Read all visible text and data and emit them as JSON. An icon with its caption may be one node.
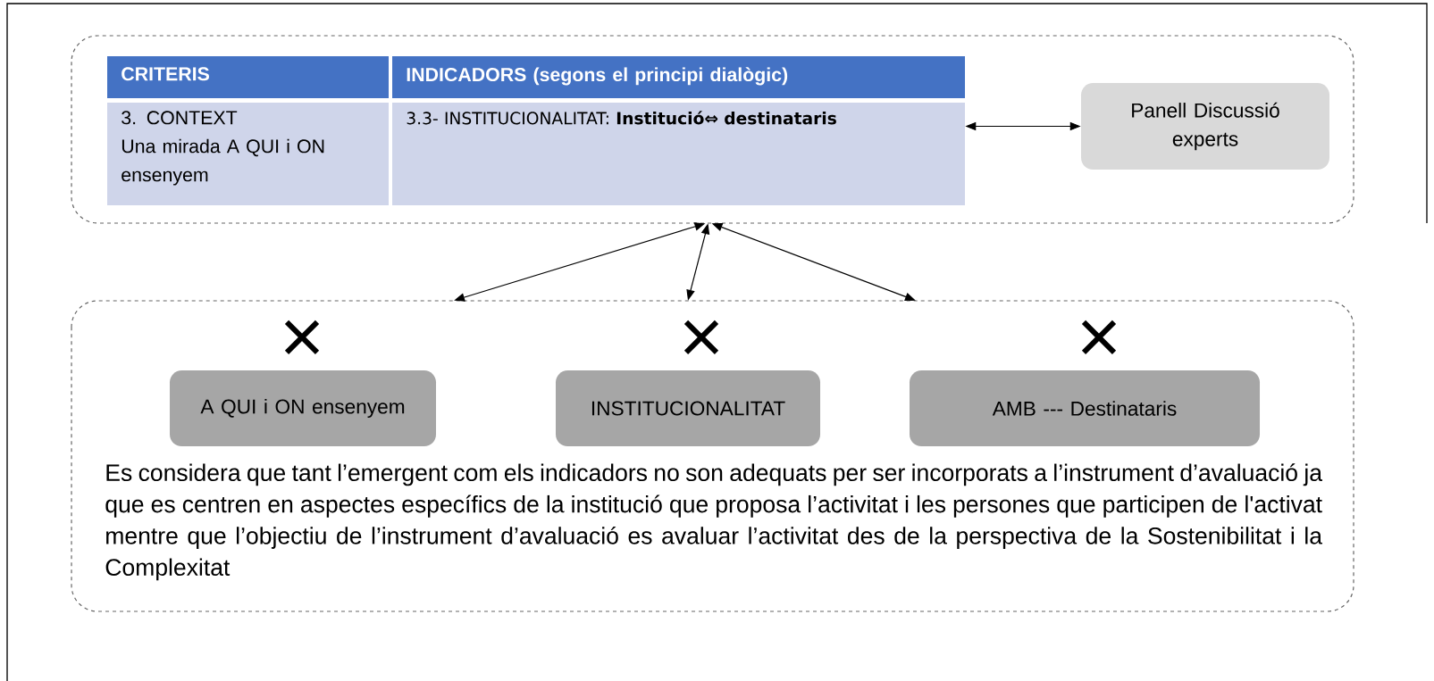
{
  "diagram": {
    "nodes": [
      {
        "text": [],
        "shape": "box"
      },
      {
        "text": [
          "CRITERIS"
        ],
        "in": 0
      },
      {
        "text": [
          "INDICADORS (segons el principi dialògic)"
        ],
        "in": 0
      },
      {
        "text": [
          "3. CONTEXT",
          "Una mirada A QUI i ON ensenyem"
        ],
        "in": 0
      },
      {
        "text": [
          "3.3- INSTITUCIONALITAT: **Institució⇔  destinataris**"
        ],
        "in": 0
      },
      {
        "text": [
          "Panell Discussió experts"
        ],
        "in": 0
      },
      {
        "text": [
          "Es considera que tant l’emergent com els indicadors no son adequats per ser incorporats a l’instrument d’avaluació ja que es centren en aspectes específics de la institució que proposa l’activitat i les persones que participen de l'activat mentre que l’objectiu de l’instrument d’avaluació es avaluar l’activitat des de la perspectiva de la Sostenibilitat i la Complexitat"
        ]
      },
      {
        "text": [
          "A QUI i ON ensenyem"
        ],
        "in": 6
      },
      {
        "text": [
          "INSTITUCIONALITAT"
        ],
        "in": 6
      },
      {
        "text": [
          "AMB --- Destinataris"
        ],
        "in": 6
      }
    ],
    "edges": [
      {
        "from": 4,
        "to": 5,
        "arrow": "both"
      },
      {
        "from": 6,
        "to": 0,
        "arrow": "both"
      },
      {
        "from": 6,
        "to": 0,
        "arrow": "both"
      },
      {
        "from": 6,
        "to": 0,
        "arrow": "both"
      }
    ]
  }
}
